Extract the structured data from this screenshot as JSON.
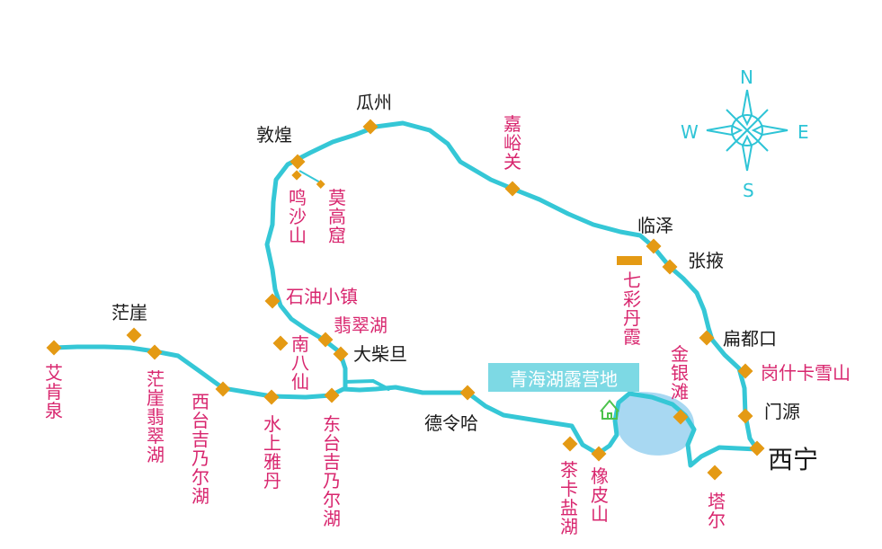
{
  "banner": "青海湖露营地",
  "compass": {
    "n": "N",
    "s": "S",
    "e": "E",
    "w": "W"
  },
  "colors": {
    "route": "#35c7d6",
    "marker": "#e49a14",
    "lake": "#a8d8f2",
    "black_label": "#1a1a1a",
    "pink_label": "#d8266e",
    "banner_bg": "#7dd9e4",
    "camp_icon": "#4cc24c"
  },
  "places": {
    "gz": "瓜州",
    "dh": "敦煌",
    "jyg": "嘉峪关",
    "mss": "鸣沙山",
    "mgk": "莫高窟",
    "lz": "临泽",
    "zy": "张掖",
    "qcdx": "七彩丹霞",
    "sydz": "石油小镇",
    "fch": "翡翠湖",
    "mangya": "茫崖",
    "nbx": "南八仙",
    "dcd": "大柴旦",
    "bdk": "扁都口",
    "gskxs": "岗什卡雪山",
    "ajq": "艾肯泉",
    "mycfch": "茫崖翡翠湖",
    "xtjnh": "西台吉乃尔湖",
    "sshyd": "水上雅丹",
    "dtjnh": "东台吉乃尔湖",
    "dlh": "德令哈",
    "jyt": "金银滩",
    "my": "门源",
    "xn": "西宁",
    "ckyh": "茶卡盐湖",
    "xps": "橡皮山",
    "te": "塔尔"
  }
}
